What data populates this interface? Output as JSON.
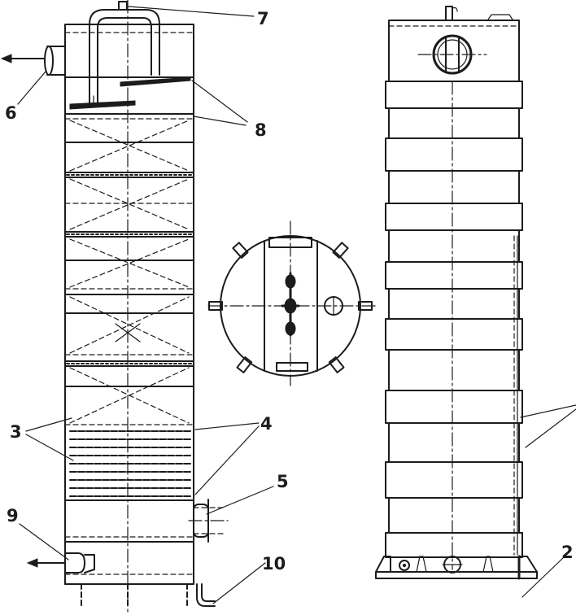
{
  "left_elevation": {
    "callouts": {
      "part_7": "7",
      "part_6": "6",
      "part_8": "8",
      "part_3": "3",
      "part_4": "4",
      "part_5": "5",
      "part_9": "9",
      "part_10": "10"
    }
  },
  "right_elevation": {
    "callouts": {
      "part_2": "2"
    }
  },
  "colors": {
    "ink": "#1c1c1c",
    "paper": "#ffffff"
  }
}
